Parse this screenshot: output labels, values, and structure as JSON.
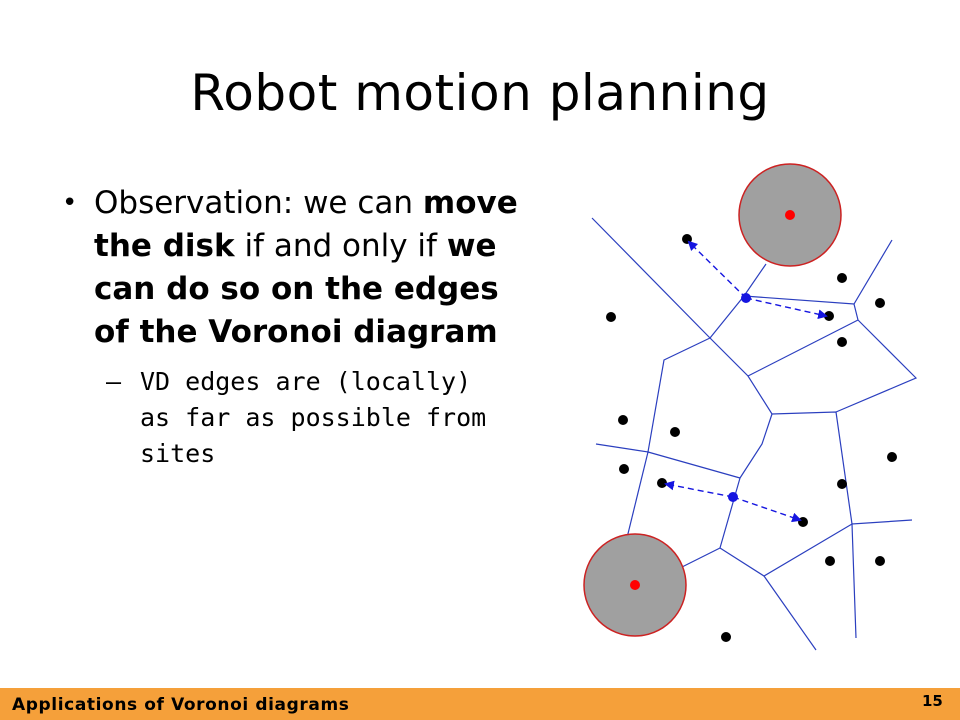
{
  "slide": {
    "title": "Robot motion planning",
    "bullet": {
      "mark": "•",
      "parts": [
        {
          "text": "Observation: we can ",
          "bold": false
        },
        {
          "text": "move the disk",
          "bold": true
        },
        {
          "text": " if and only if ",
          "bold": false
        },
        {
          "text": "we can  do so on the edges of the Voronoi diagram",
          "bold": true
        }
      ]
    },
    "sub_bullet": {
      "mark": "–",
      "text": "VD edges are (locally) as far as possible from sites"
    },
    "footer": {
      "label": "Applications  of Voronoi diagrams",
      "page_number": "15"
    }
  },
  "colors": {
    "voronoi_edge": "#2b3fbf",
    "site": "#000000",
    "disk_fill": "#a0a0a0",
    "disk_outline": "#cc2222",
    "disk_center": "#ff0000",
    "path": "#1515e0",
    "footer_bar": "#f5a03a"
  }
}
